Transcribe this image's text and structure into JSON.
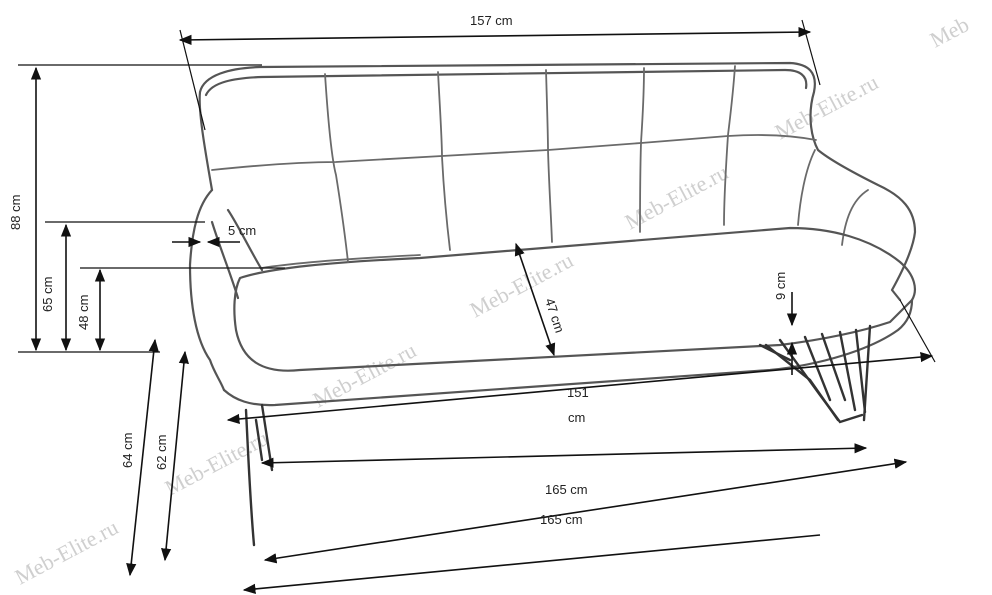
{
  "watermark": {
    "text_main": "Meb-Elite.ru",
    "text_cut": "Meb"
  },
  "dimensions": {
    "width_back": "157 cm",
    "height_total": "88 cm",
    "height_armrest": "65 cm",
    "height_seat": "48 cm",
    "back_offset": "5 cm",
    "seat_depth": "47 cm",
    "seat_thickness": "9 cm",
    "seat_width_num": "151",
    "seat_width_unit": "cm",
    "depth_64": "64 cm",
    "depth_62": "62 cm",
    "width_165_a": "165 cm",
    "width_165_b": "165 cm"
  }
}
